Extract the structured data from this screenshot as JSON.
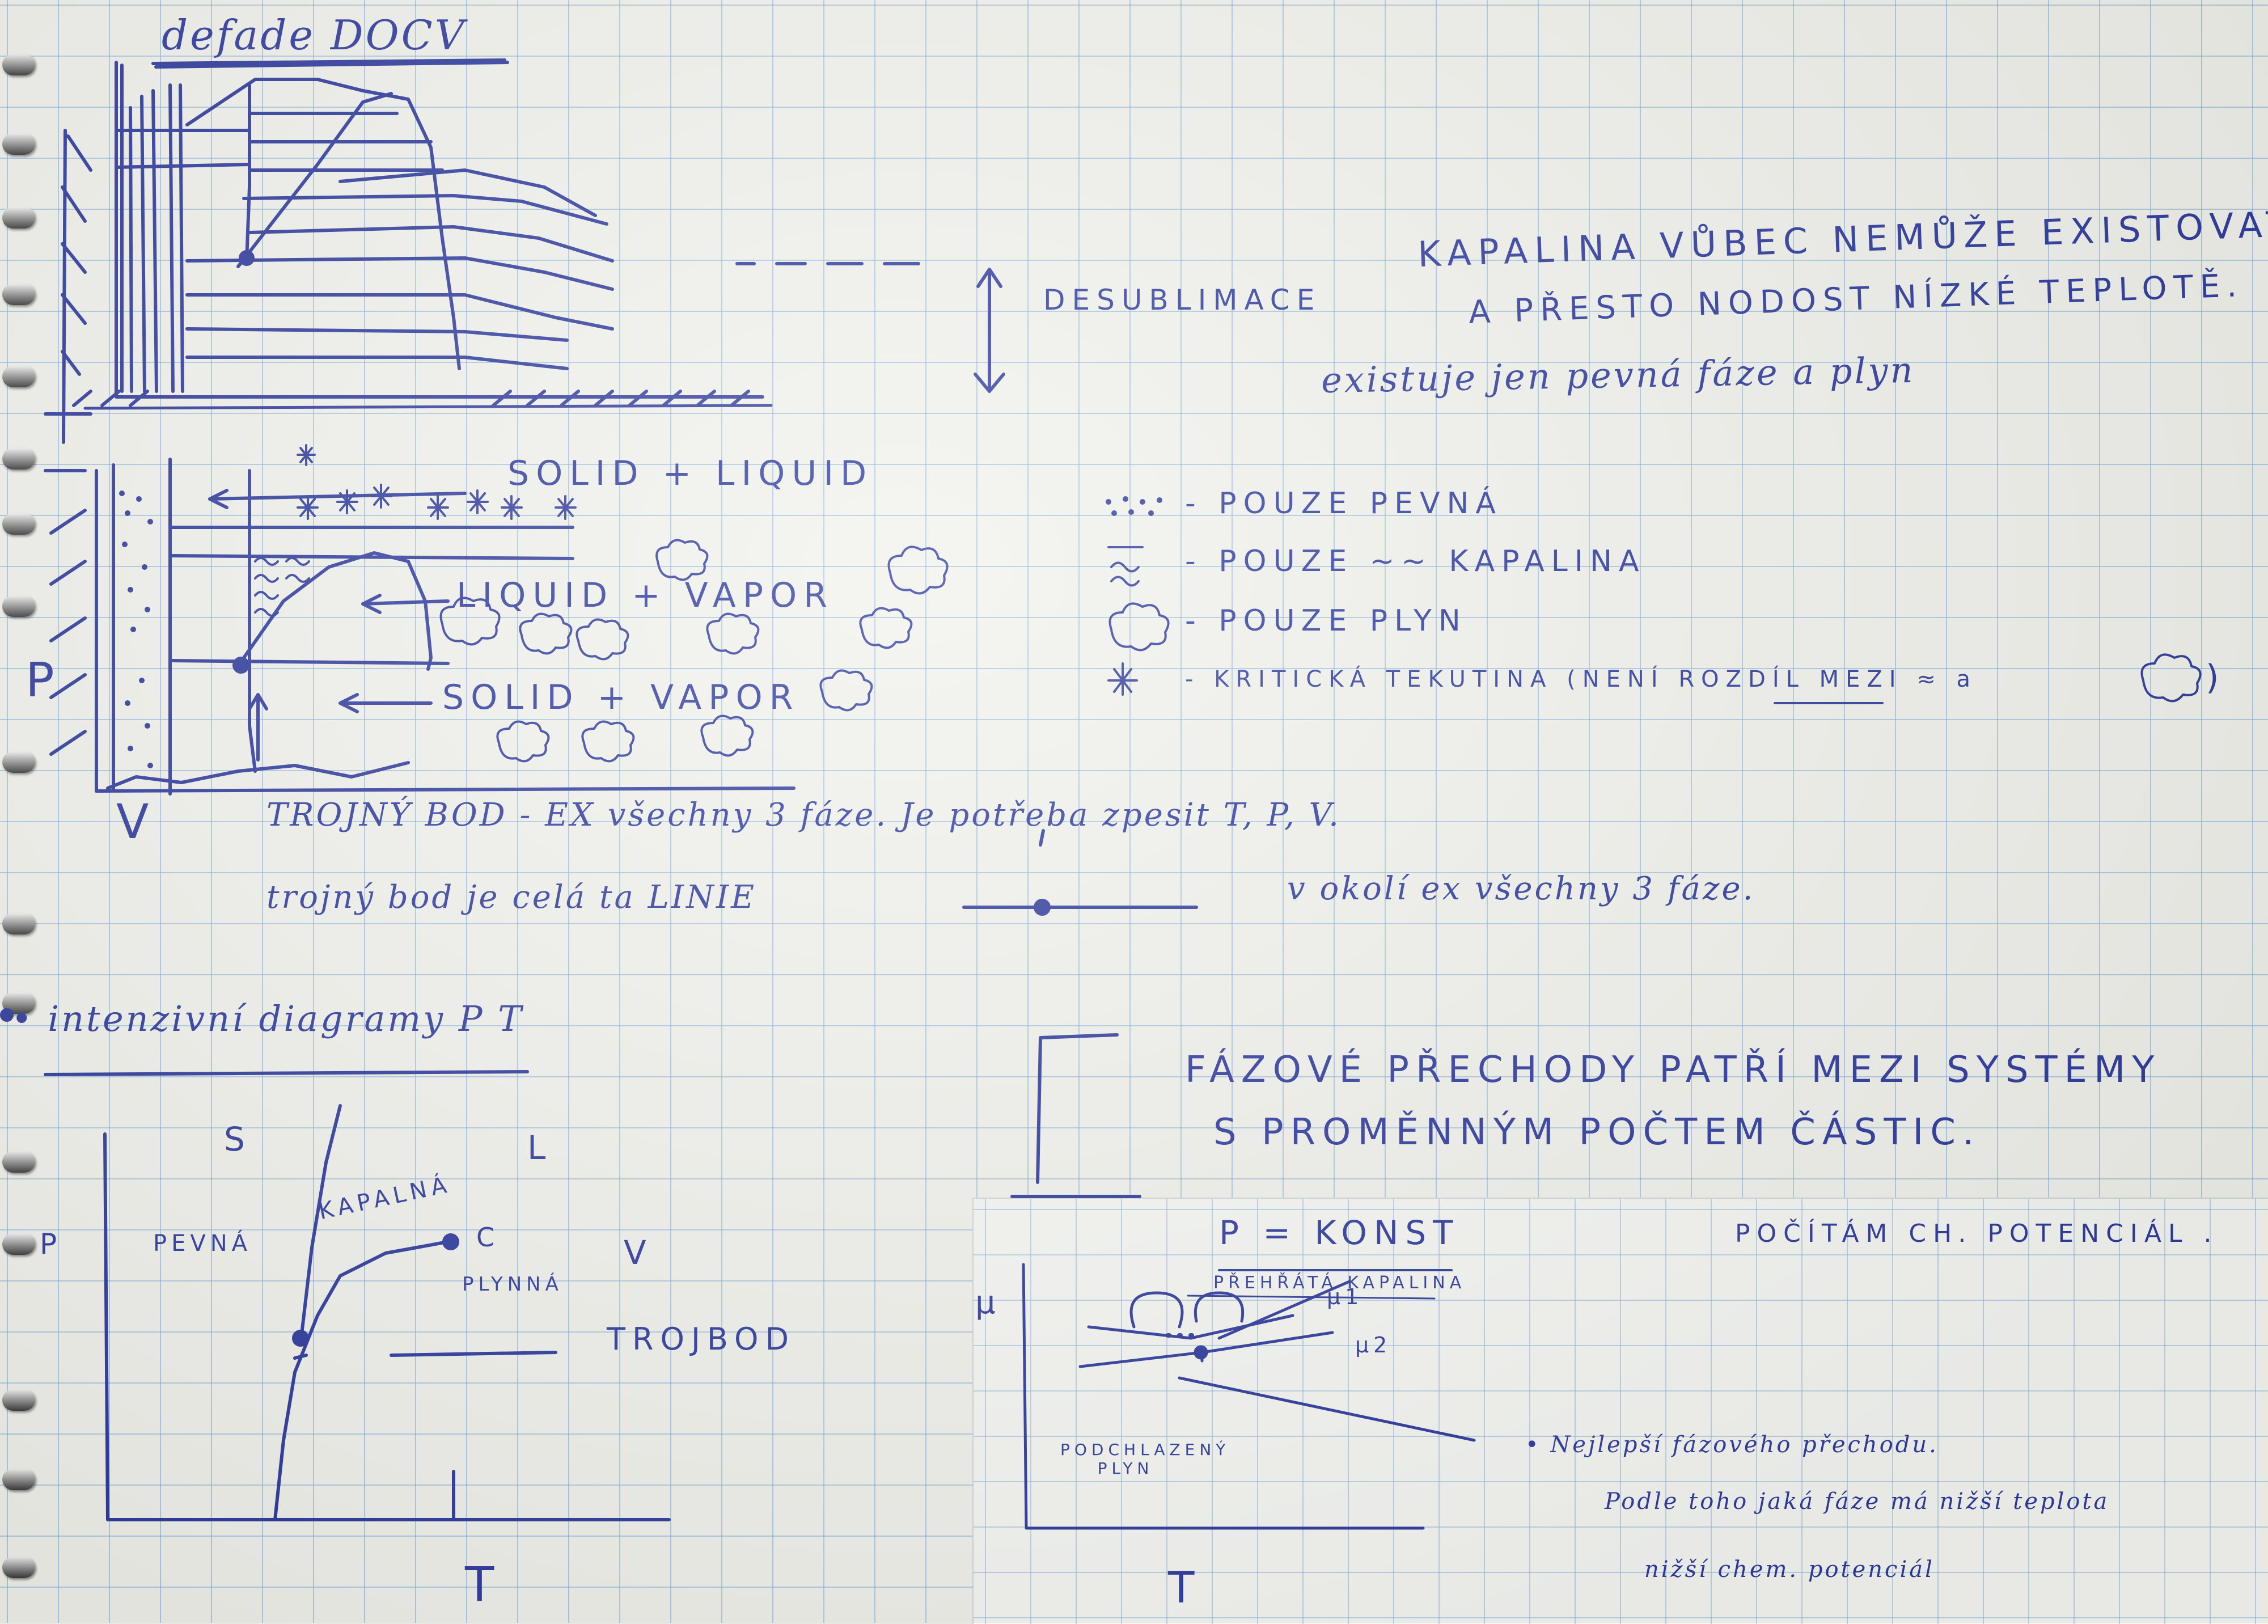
{
  "ink_color": "#2d3a9c",
  "paper_color": "#f1f1ec",
  "grid_color": "#78aad7",
  "top_left": {
    "title": "defade DOCV"
  },
  "note_right": {
    "line1": "KAPALINA VŮBEC NEMŮŽE EXISTOVAT",
    "line2": "A PŘESTO NODOST NÍZKÉ TEPLOTĚ.",
    "line3": "existuje jen pevná fáze a plyn",
    "desublimace": "DESUBLIMACE"
  },
  "pv_diagram": {
    "solid_liquid": "SOLID + LIQUID",
    "liquid_vapor": "LIQUID + VAPOR",
    "solid_vapor": "SOLID + VAPOR",
    "p_axis": "P",
    "v_axis": "V"
  },
  "legend": [
    {
      "icon": "dots-icon",
      "text": "- POUZE PEVNÁ"
    },
    {
      "icon": "wave-icon",
      "text": "- POUZE ~~ KAPALINA"
    },
    {
      "icon": "cloud-icon",
      "text": "- POUZE PLYN"
    },
    {
      "icon": "star-icon",
      "text": "- KRITICKÁ TEKUTINA (NENÍ ROZDÍL MEZI ≈ a"
    },
    {
      "close": ")"
    }
  ],
  "triple_point": {
    "line1": "TROJNÝ BOD - EX všechny 3 fáze. Je potřeba zpesit T, P, V.",
    "line2": "trojný bod je celá ta LINIE",
    "line3": "v okolí ex všechny 3 fáze."
  },
  "pt_diagram": {
    "heading": "• intenzivní diagramy P T",
    "s": "S",
    "l": "L",
    "p": "P",
    "pevna": "PEVNÁ",
    "kapalna": "KAPALNÁ",
    "c": "C",
    "plynna": "PLYNNÁ",
    "v": "V",
    "trojbod": "TROJBOD",
    "t": "T"
  },
  "phase_note": {
    "line1": "FÁZOVÉ PŘECHODY PATŘÍ MEZI SYSTÉMY",
    "line2": "S PROMĚNNÝM POČTEM ČÁSTIC."
  },
  "inset": {
    "title": "P = KONST",
    "pocitani": "POČÍTÁM CH. POTENCIÁL .",
    "mu_axis": "μ",
    "prehrata": "PŘEHŘÁTÁ KAPALINA",
    "mu1": "μ1",
    "mu2": "μ2",
    "podchlazeny": "PODCHLAZENÝ PLYN",
    "t_axis": "T",
    "note1": "• Nejlepší fázového přechodu.",
    "note2": "Podle toho jaká fáze má nižší teplota",
    "note3": "nižší chem. potenciál"
  }
}
